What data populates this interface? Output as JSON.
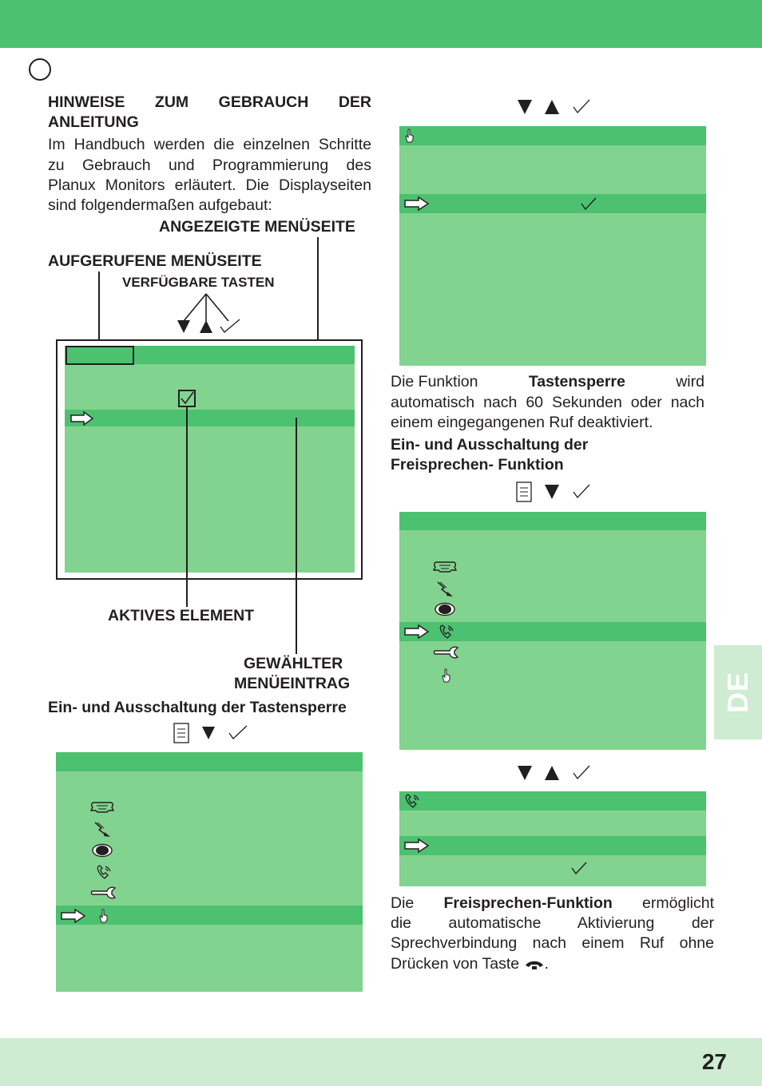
{
  "page": {
    "number": "27",
    "language_tab": "DE"
  },
  "left": {
    "heading": "HINWEISE ZUM GEBRAUCH DER ANLEITUNG",
    "heading_line1": "HINWEISE ZUM GEBRAUCH DER",
    "heading_line2": "ANLEITUNG",
    "intro_lines": [
      "Im Handbuch werden die einzelnen Schritte",
      "zu Gebrauch und Programmierung des",
      "Planux Monitors erläutert. Die Displayseiten",
      "sind folgendermaßen aufgebaut:"
    ],
    "diagram_labels": {
      "displayed_page": "ANGEZEIGTE MENÜSEITE",
      "called_page": "AUFGERUFENE MENÜSEITE",
      "available_keys": "VERFÜGBARE TASTEN",
      "active_element": "AKTIVES ELEMENT",
      "selected_entry_line1": "GEWÄHLTER",
      "selected_entry_line2": "MENÜEINTRAG"
    },
    "keylock_heading": "Ein- und Ausschaltung der Tastensperre"
  },
  "right": {
    "keylock_text_pre": "Die Funktion",
    "keylock_text_bold": "Tastensperre",
    "keylock_text_post": "wird",
    "keylock_text_line2": "automatisch nach 60 Sekunden oder nach",
    "keylock_text_line3": "einem eingegangenen Ruf deaktiviert.",
    "handsfree_heading_line1": "Ein- und Ausschaltung der",
    "handsfree_heading_line2": "Freisprechen- Funktion",
    "handsfree_text_pre": "Die",
    "handsfree_text_bold": "Freisprechen-Funktion",
    "handsfree_text_post": "ermöglicht",
    "handsfree_text_line2": "die automatische Aktivierung der",
    "handsfree_text_line3": "Sprechverbindung nach einem Ruf ohne",
    "handsfree_text_line4_pre": "Drücken von Taste",
    "handsfree_text_line4_post": "."
  },
  "icons": {
    "keys": [
      "down-arrow",
      "up-arrow",
      "check"
    ],
    "menu_keys": [
      "menu",
      "down-arrow",
      "check"
    ],
    "menu_items": [
      "intercom-icon",
      "lock-release-icon",
      "camera-icon",
      "handsfree-icon",
      "settings-wrench-icon",
      "keylock-hand-icon"
    ]
  },
  "colors": {
    "dark_green": "#4cc170",
    "mid_green": "#82d38f",
    "light_green": "#cdecd2",
    "text": "#231f20"
  }
}
